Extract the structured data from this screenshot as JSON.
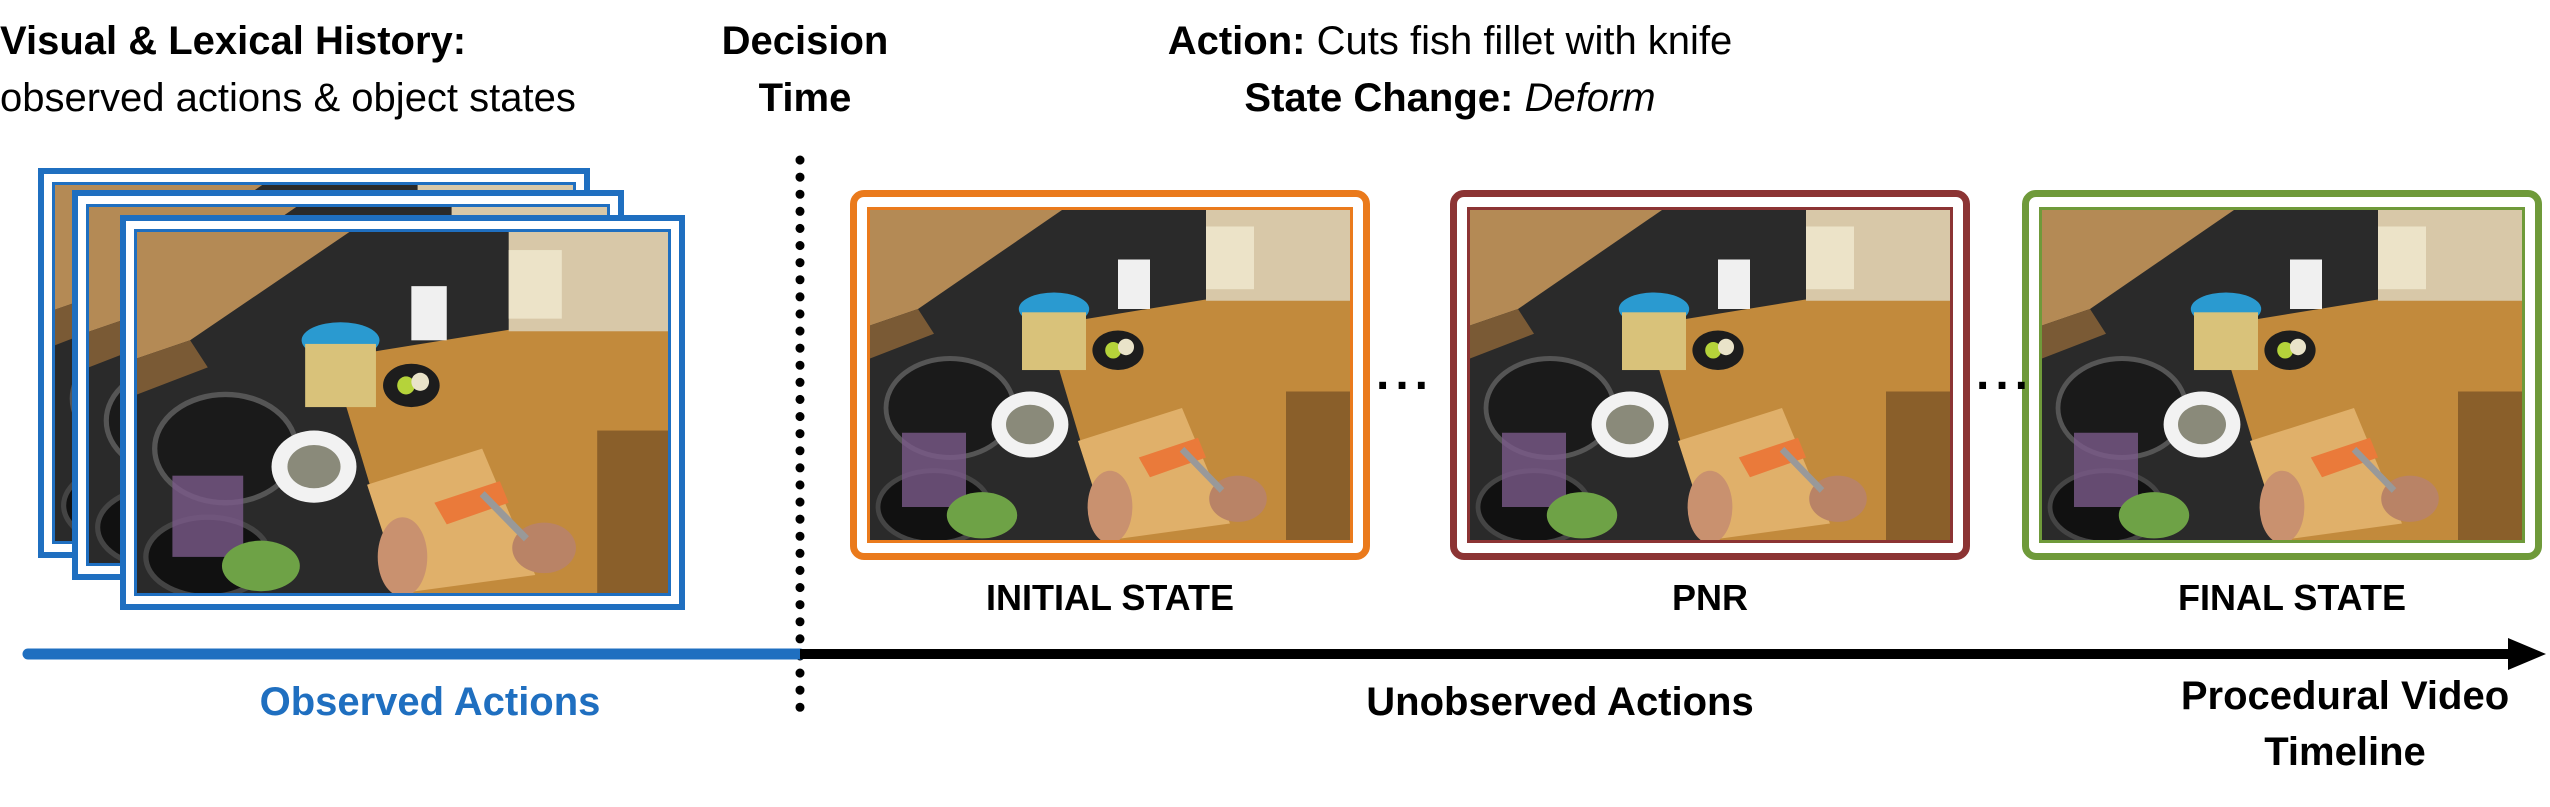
{
  "history": {
    "title": "Visual & Lexical History:",
    "subtitle": "observed actions & object states"
  },
  "decision": {
    "line1": "Decision",
    "line2": "Time"
  },
  "action": {
    "label": "Action:",
    "value": "Cuts fish fillet with knife",
    "state_label": "State Change:",
    "state_value": "Deform"
  },
  "states": [
    {
      "label": "INITIAL STATE",
      "color": "#ea7a1c"
    },
    {
      "label": "PNR",
      "color": "#8c3434"
    },
    {
      "label": "FINAL STATE",
      "color": "#6f9a3a"
    }
  ],
  "timeline": {
    "observed_label": "Observed Actions",
    "unobserved_label": "Unobserved Actions",
    "end_label_line1": "Procedural Video",
    "end_label_line2": "Timeline",
    "observed_color": "#1f6fc0",
    "unobserved_color": "#000000"
  },
  "ellipsis": "..."
}
